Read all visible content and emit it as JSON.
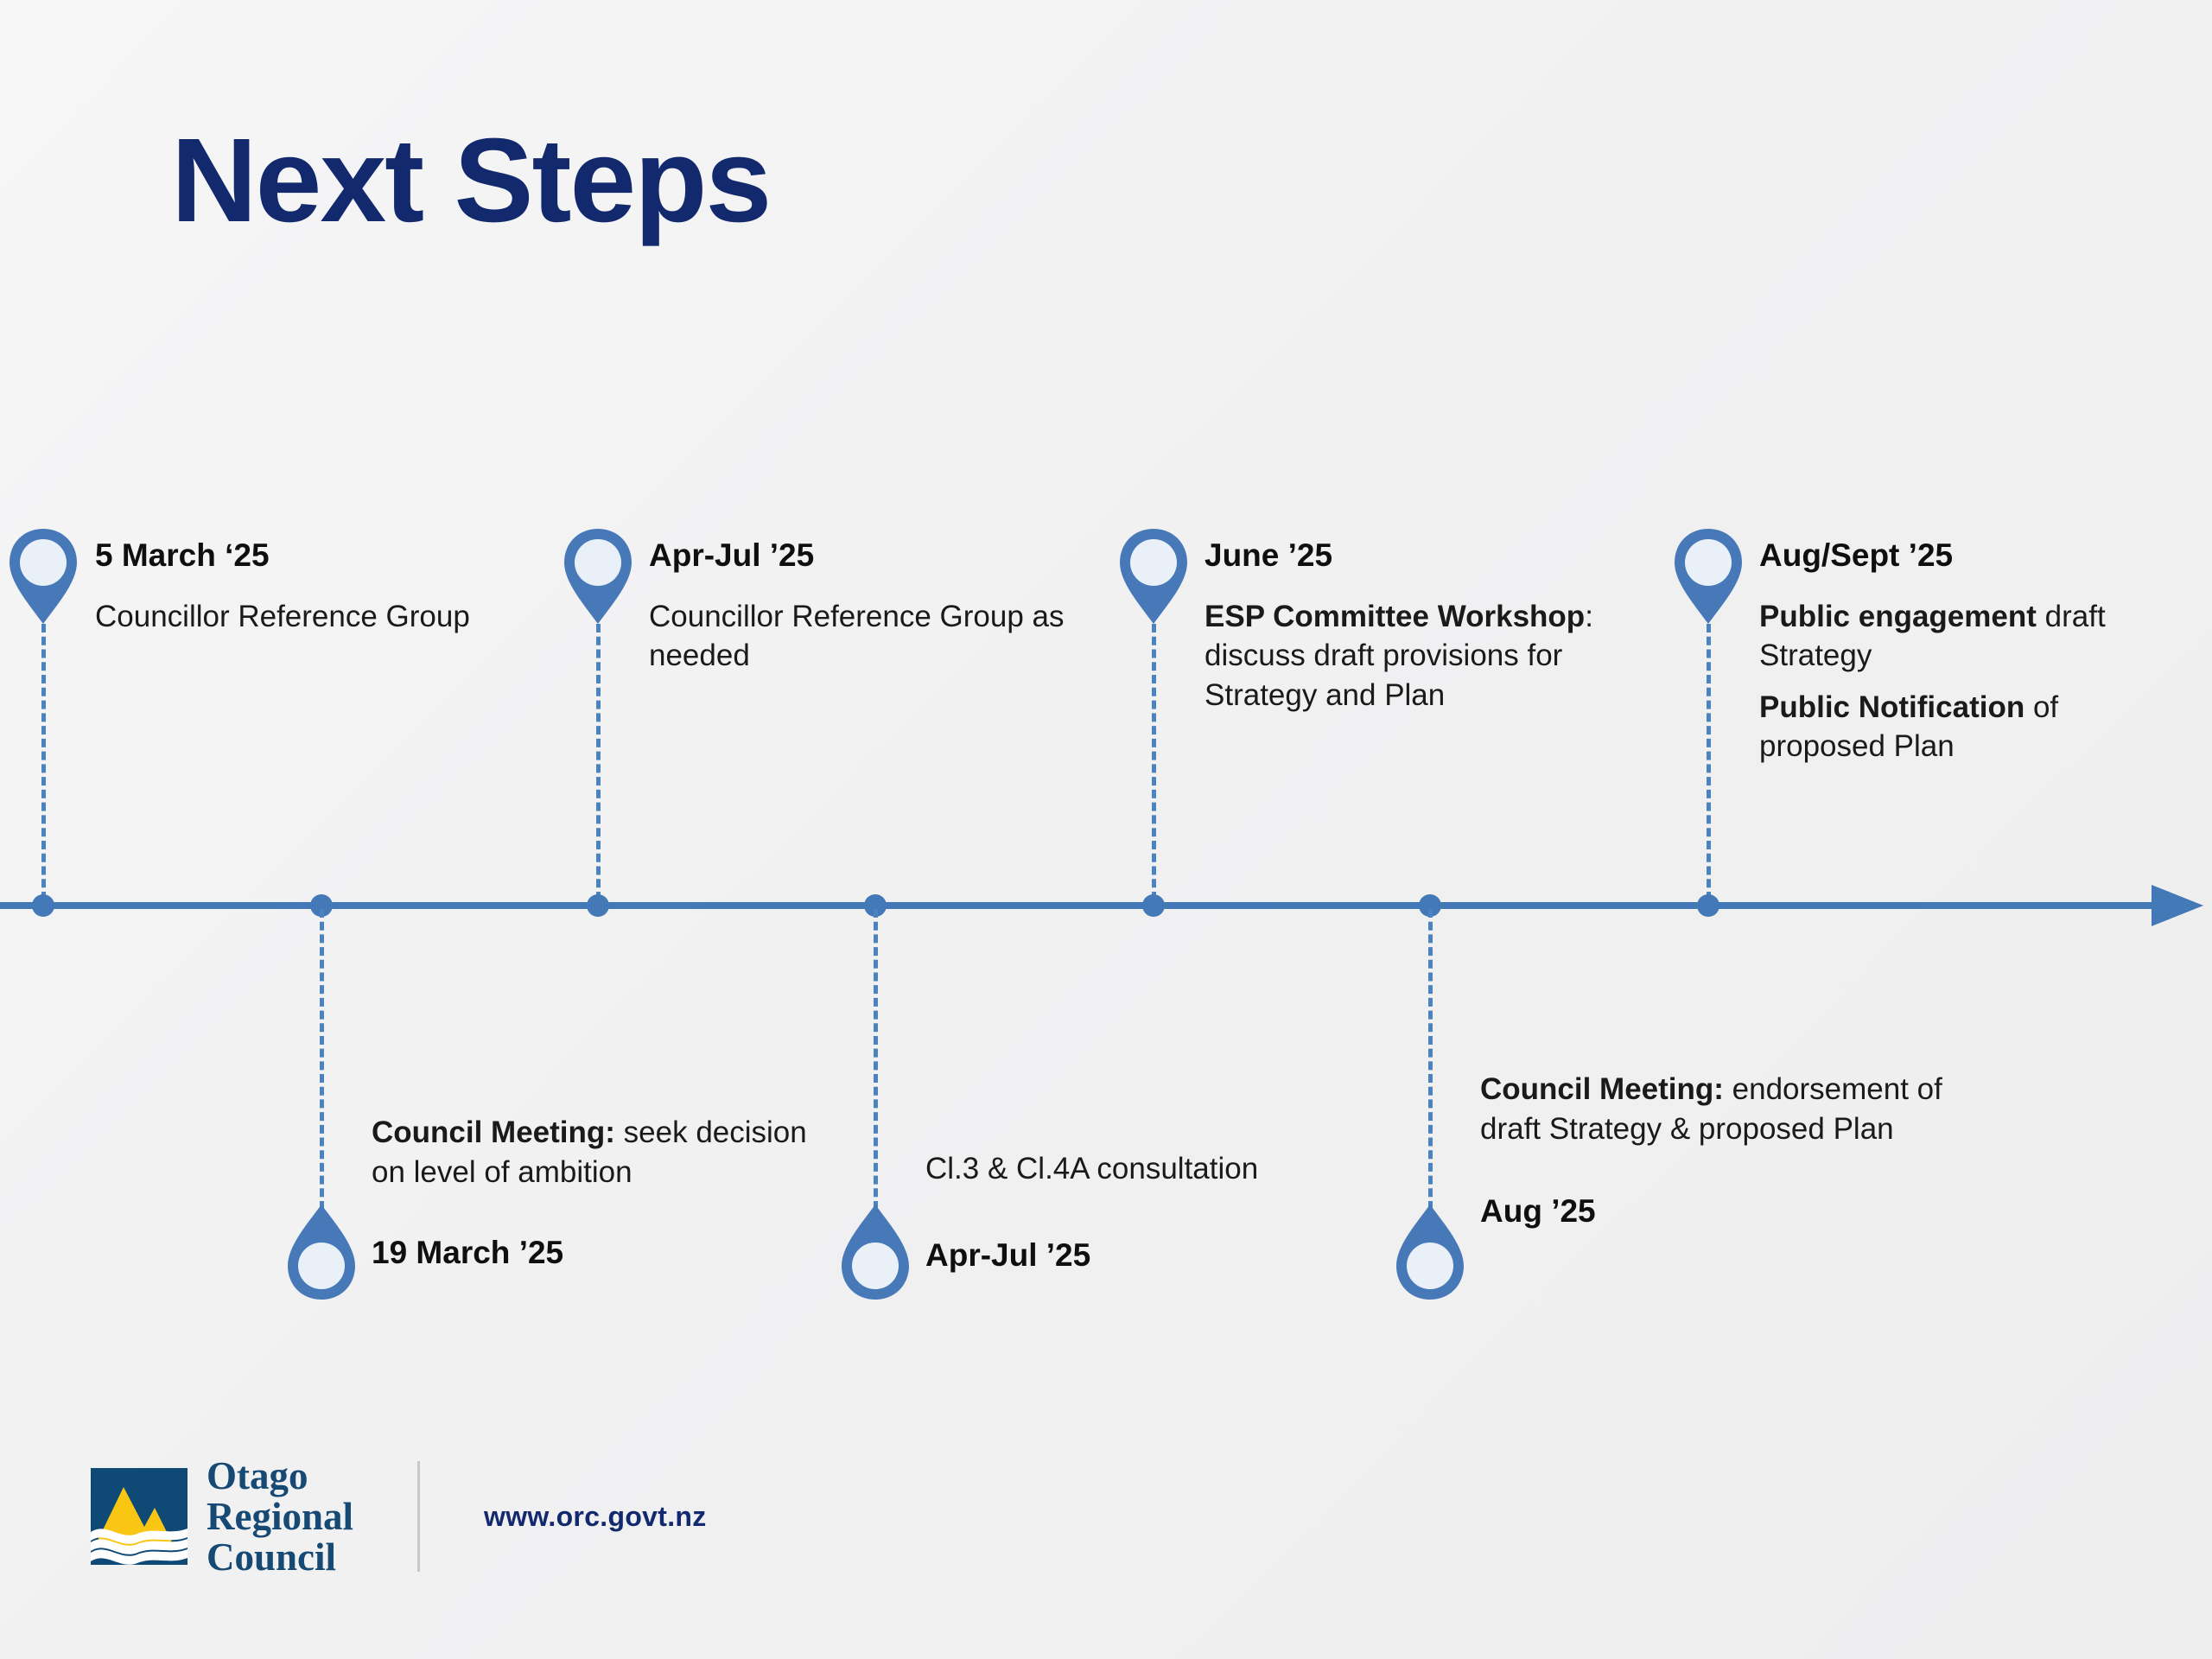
{
  "slide": {
    "title": "Next Steps",
    "title_color": "#13296e",
    "background_color": "#f1f1f2",
    "accent_color": "#4279b6"
  },
  "timeline": {
    "axis_name": "timeline-axis",
    "arrow_icon": "arrow-right-icon",
    "above_items": [
      {
        "pin_icon": "map-pin-icon",
        "date": "5 March ‘25",
        "lines": [
          [
            {
              "text": "Councillor Reference Group",
              "bold": false
            }
          ]
        ]
      },
      {
        "pin_icon": "map-pin-icon",
        "date": "Apr-Jul ’25",
        "lines": [
          [
            {
              "text": "Councillor Reference Group as needed",
              "bold": false
            }
          ]
        ]
      },
      {
        "pin_icon": "map-pin-icon",
        "date": "June ’25",
        "lines": [
          [
            {
              "text": "ESP Committee Workshop",
              "bold": true
            },
            {
              "text": ": discuss draft provisions for Strategy and Plan",
              "bold": false
            }
          ]
        ]
      },
      {
        "pin_icon": "map-pin-icon",
        "date": "Aug/Sept ’25",
        "lines": [
          [
            {
              "text": "Public engagement",
              "bold": true
            },
            {
              "text": " draft Strategy",
              "bold": false
            }
          ],
          [
            {
              "text": "Public Notification",
              "bold": true
            },
            {
              "text": " of proposed Plan",
              "bold": false
            }
          ]
        ]
      }
    ],
    "below_items": [
      {
        "pin_icon": "map-pin-inverted-icon",
        "date": "19 March ’25",
        "lines": [
          [
            {
              "text": "Council Meeting:",
              "bold": true
            },
            {
              "text": " seek decision on level of ambition",
              "bold": false
            }
          ]
        ]
      },
      {
        "pin_icon": "map-pin-inverted-icon",
        "date": "Apr-Jul ’25",
        "lines": [
          [
            {
              "text": "Cl.3 & Cl.4A consultation",
              "bold": false
            }
          ]
        ]
      },
      {
        "pin_icon": "map-pin-inverted-icon",
        "date": "Aug ’25",
        "lines": [
          [
            {
              "text": "Council Meeting:",
              "bold": true
            },
            {
              "text": " endorsement of draft Strategy & proposed Plan",
              "bold": false
            }
          ]
        ]
      }
    ]
  },
  "footer": {
    "logo_icon": "otago-regional-council-logo",
    "logo_line1": "Otago",
    "logo_line2": "Regional",
    "logo_line3": "Council",
    "logo_navy": "#164a75",
    "logo_yellow": "#f9c613",
    "url": "www.orc.govt.nz"
  }
}
